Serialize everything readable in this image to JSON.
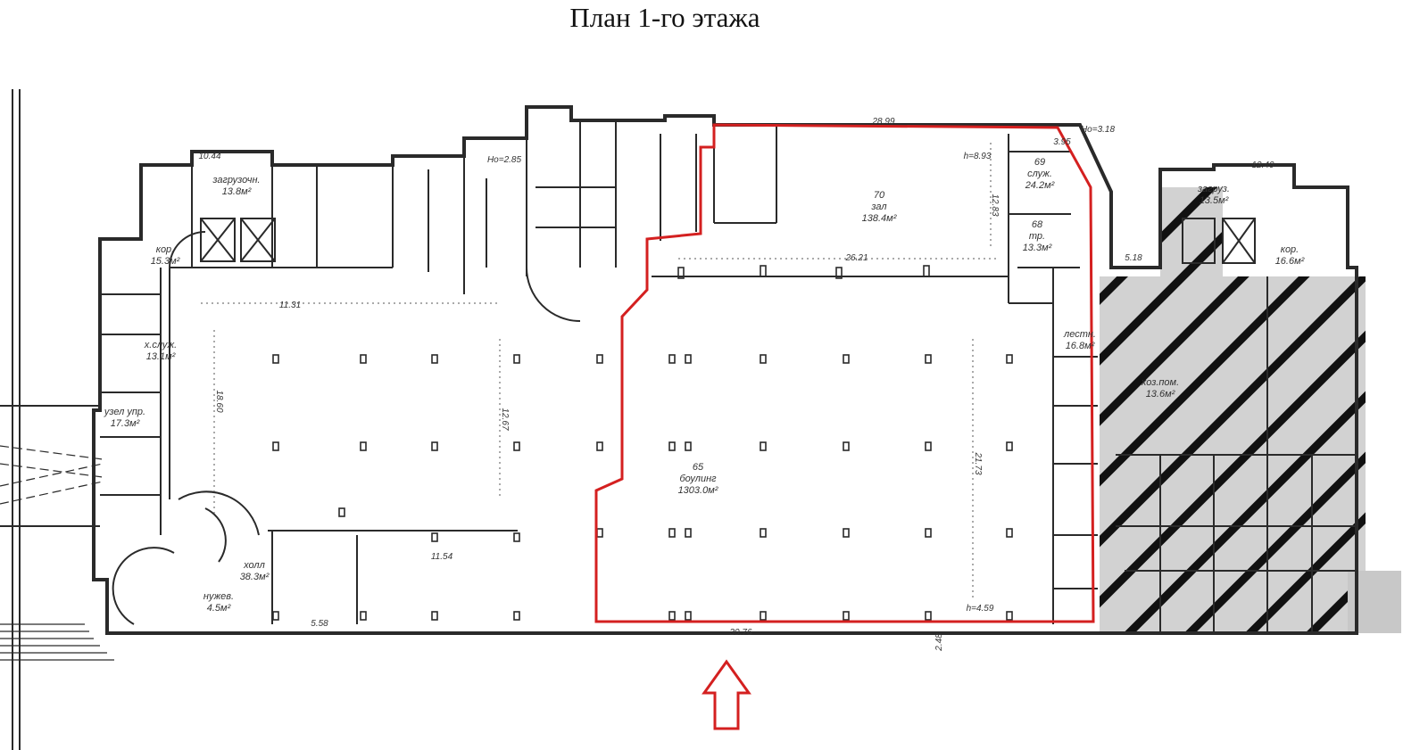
{
  "title": "План 1-го этажа",
  "colors": {
    "highlight": "#d42020",
    "wall": "#2a2a2a",
    "hatch": "#111111",
    "shade": "#d2d2d2"
  },
  "rooms": [
    {
      "id": "r70",
      "lines": [
        "70",
        "зал",
        "138.4м²"
      ]
    },
    {
      "id": "r65",
      "lines": [
        "65",
        "боулинг",
        "1303.0м²"
      ]
    },
    {
      "id": "r69",
      "lines": [
        "69",
        "служ.",
        "24.2м²"
      ]
    },
    {
      "id": "r68",
      "lines": [
        "68",
        "тр.",
        "13.3м²"
      ]
    },
    {
      "id": "ral",
      "lines": [
        "загрузочн.",
        "13.8м²"
      ]
    },
    {
      "id": "ral2",
      "lines": [
        "загруз.",
        "13.5м²"
      ]
    },
    {
      "id": "rkr",
      "lines": [
        "кор.",
        "15.3м²"
      ]
    },
    {
      "id": "rkr2",
      "lines": [
        "кор.",
        "16.6м²"
      ]
    },
    {
      "id": "ruz",
      "lines": [
        "узел упр.",
        "17.3м²"
      ]
    },
    {
      "id": "rhol",
      "lines": [
        "холл",
        "38.3м²"
      ]
    },
    {
      "id": "rkh",
      "lines": [
        "х.служ.",
        "13.1м²"
      ]
    },
    {
      "id": "rnuzh",
      "lines": [
        "нужев.",
        "4.5м²"
      ]
    },
    {
      "id": "rles",
      "lines": [
        "лестн.",
        "16.8м²"
      ]
    },
    {
      "id": "rhr",
      "lines": [
        "хоз.пом.",
        "13.6м²"
      ]
    }
  ],
  "dimensions": [
    {
      "id": "d1",
      "text": "28.99"
    },
    {
      "id": "d2",
      "text": "30.76"
    },
    {
      "id": "d3",
      "text": "21.73"
    },
    {
      "id": "d4",
      "text": "12.83"
    },
    {
      "id": "d5",
      "text": "11.31"
    },
    {
      "id": "d6",
      "text": "18.60"
    },
    {
      "id": "d7",
      "text": "12.67"
    },
    {
      "id": "d8",
      "text": "11.54"
    },
    {
      "id": "d9",
      "text": "26.21"
    },
    {
      "id": "d10",
      "text": "h=4.59"
    },
    {
      "id": "d11",
      "text": "h=8.93"
    },
    {
      "id": "d12",
      "text": "Hо=3.18"
    },
    {
      "id": "d13",
      "text": "Hо=2.85"
    },
    {
      "id": "d14",
      "text": "5.58"
    },
    {
      "id": "d15",
      "text": "12.40"
    },
    {
      "id": "d16",
      "text": "10.44"
    },
    {
      "id": "d17",
      "text": "5.18"
    },
    {
      "id": "d18",
      "text": "3.95"
    },
    {
      "id": "d19",
      "text": "2.48"
    }
  ]
}
